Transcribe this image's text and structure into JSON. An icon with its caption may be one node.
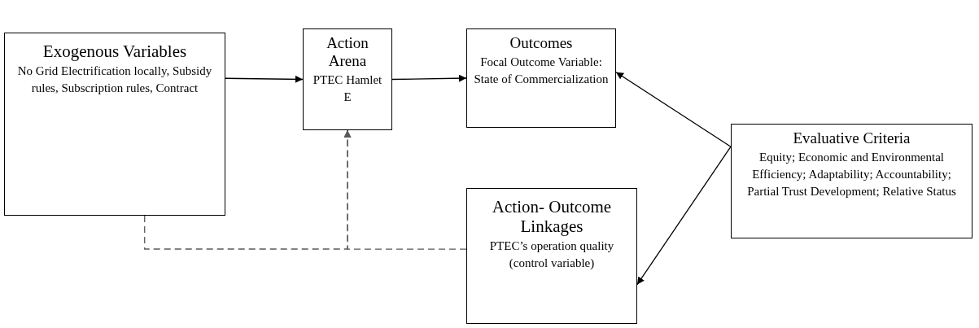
{
  "diagram": {
    "nodes": [
      {
        "text": [
          "Exogenous Variables",
          "No Grid Electrification locally, Subsidy rules, Subscription rules, Contract"
        ]
      },
      {
        "text": [
          "Action Arena",
          "PTEC Hamlet E"
        ]
      },
      {
        "text": [
          "Outcomes",
          "Focal Outcome Variable: State of Commercialization"
        ]
      },
      {
        "text": [
          "Evaluative Criteria",
          "Equity; Economic and Environmental Efficiency; Adaptability; Accountability; Partial Trust Development; Relative Status"
        ]
      },
      {
        "text": [
          "Action- Outcome Linkages",
          "PTEC’s operation quality (control variable)"
        ]
      }
    ],
    "edges": [
      {
        "from": 0,
        "to": 1,
        "arrow": "to"
      },
      {
        "from": 1,
        "to": 2,
        "arrow": "to"
      },
      {
        "from": 3,
        "to": 2,
        "arrow": "to"
      },
      {
        "from": 3,
        "to": 4,
        "arrow": "to"
      },
      {
        "from": 0,
        "to": 1,
        "arrow": "to",
        "style": "dashed",
        "color": "#595959"
      },
      {
        "from": 4,
        "to": 1,
        "arrow": "to",
        "style": "dashed",
        "color": "#595959"
      }
    ]
  }
}
